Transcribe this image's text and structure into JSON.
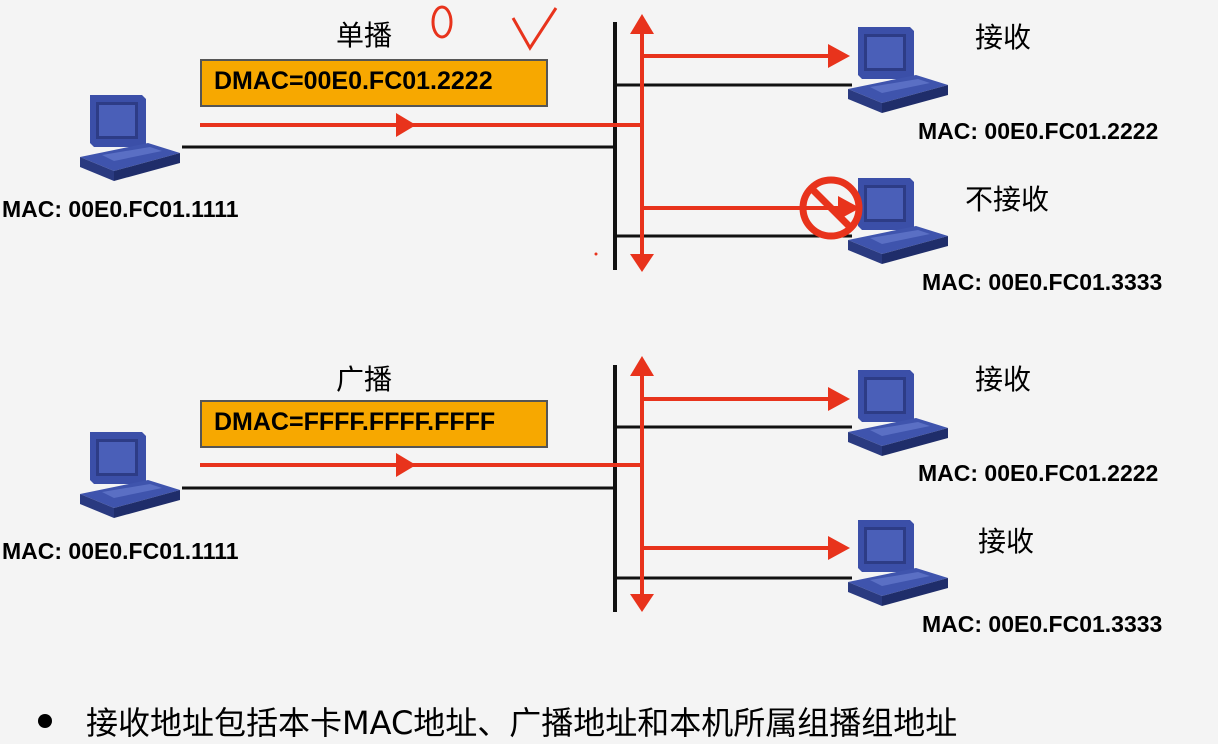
{
  "unicast": {
    "title": "单播",
    "dmac": "DMAC=00E0.FC01.2222",
    "sender_mac": "MAC: 00E0.FC01.1111",
    "receiver1": {
      "status": "接收",
      "mac": "MAC: 00E0.FC01.2222"
    },
    "receiver2": {
      "status": "不接收",
      "mac": "MAC: 00E0.FC01.3333"
    },
    "annotations": [
      "0",
      "√"
    ]
  },
  "broadcast": {
    "title": "广播",
    "dmac": "DMAC=FFFF.FFFF.FFFF",
    "sender_mac": "MAC: 00E0.FC01.1111",
    "receiver1": {
      "status": "接收",
      "mac": "MAC: 00E0.FC01.2222"
    },
    "receiver2": {
      "status": "接收",
      "mac": "MAC: 00E0.FC01.3333"
    }
  },
  "bullet": "接收地址包括本卡MAC地址、广播地址和本机所属组播组地址",
  "colors": {
    "arrow": "#e8331c",
    "label_box": "#f7a800",
    "computer": "#3b4fa8",
    "no_sign": "#e8331c"
  },
  "icons": [
    "computer-icon",
    "no-entry-icon"
  ]
}
